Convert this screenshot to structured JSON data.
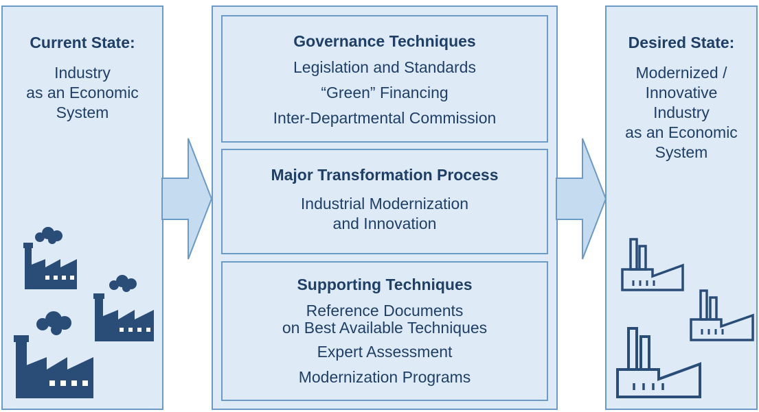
{
  "left_panel": {
    "title": "Current State:",
    "lines": [
      "Industry",
      "as an Economic",
      "System"
    ]
  },
  "right_panel": {
    "title": "Desired State:",
    "lines": [
      "Modernized /",
      "Innovative",
      "Industry",
      "as an Economic",
      "System"
    ]
  },
  "center": {
    "governance": {
      "title": "Governance Techniques",
      "lines": [
        "Legislation and Standards",
        "“Green” Financing",
        "Inter-Departmental Commission"
      ]
    },
    "transformation": {
      "title": "Major Transformation Process",
      "lines": [
        "Industrial Modernization",
        "and Innovation"
      ]
    },
    "supporting": {
      "title": "Supporting Techniques",
      "lines": [
        "Reference Documents",
        "on Best Available Techniques",
        "Expert Assessment",
        "Modernization Programs"
      ]
    }
  },
  "colors": {
    "panel_fill": "#deebf6",
    "border": "#6b9ac6",
    "text": "#1f3f66",
    "factory_solid": "#2a4d78",
    "arrow_fill": "#c5dcf0"
  },
  "icons": {
    "left": "smoking-factory-icon",
    "right": "outline-factory-icon"
  }
}
